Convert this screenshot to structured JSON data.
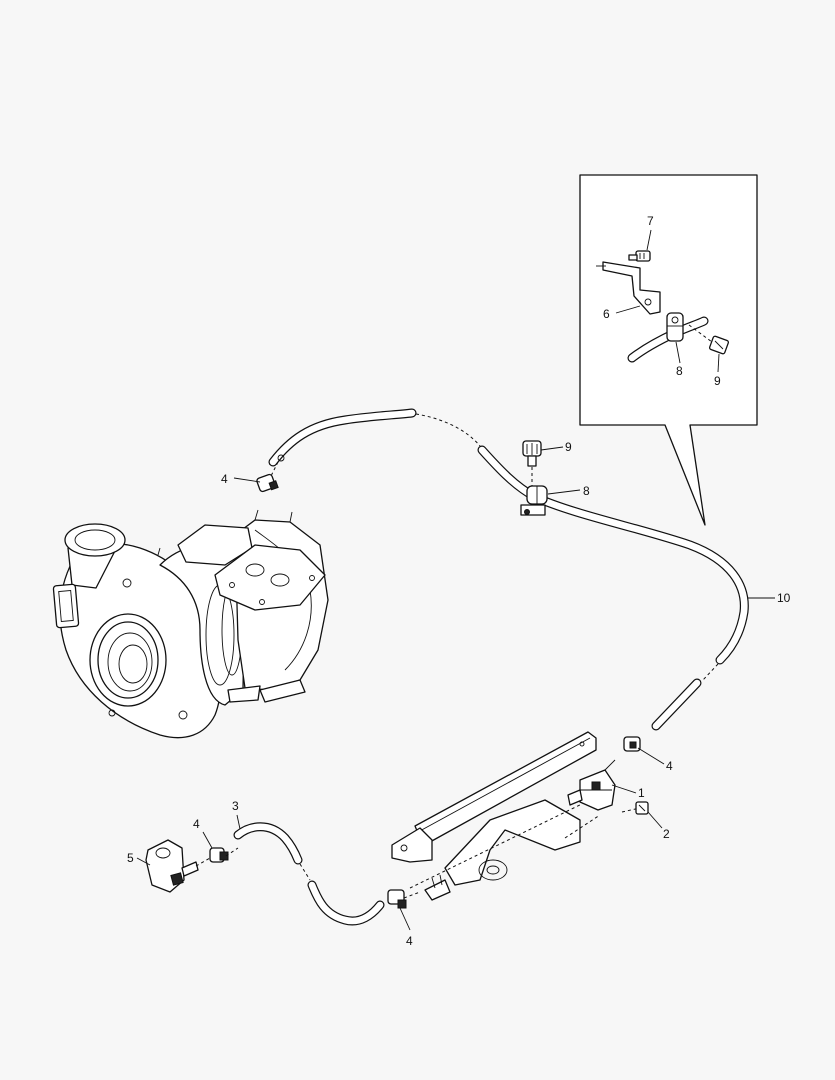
{
  "callouts": {
    "c1": "1",
    "c2": "2",
    "c3": "3",
    "c4a": "4",
    "c4b": "4",
    "c4c": "4",
    "c4d": "4",
    "c5": "5",
    "c6": "6",
    "c7": "7",
    "c8a": "8",
    "c8b": "8",
    "c9a": "9",
    "c9b": "9",
    "c10": "10"
  },
  "colors": {
    "background": "#f7f7f7",
    "line": "#111111"
  }
}
